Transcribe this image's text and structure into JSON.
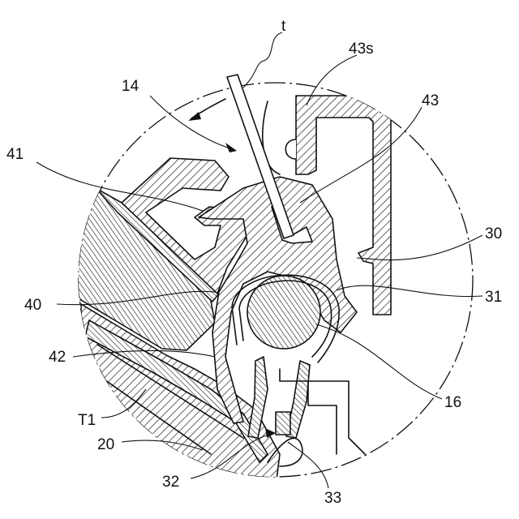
{
  "labels": {
    "t": "t",
    "r14": "14",
    "r43s": "43s",
    "r43": "43",
    "r41": "41",
    "r30": "30",
    "r40": "40",
    "r31": "31",
    "r42": "42",
    "r16": "16",
    "rT1": "T1",
    "r20": "20",
    "r32": "32",
    "r33": "33"
  }
}
